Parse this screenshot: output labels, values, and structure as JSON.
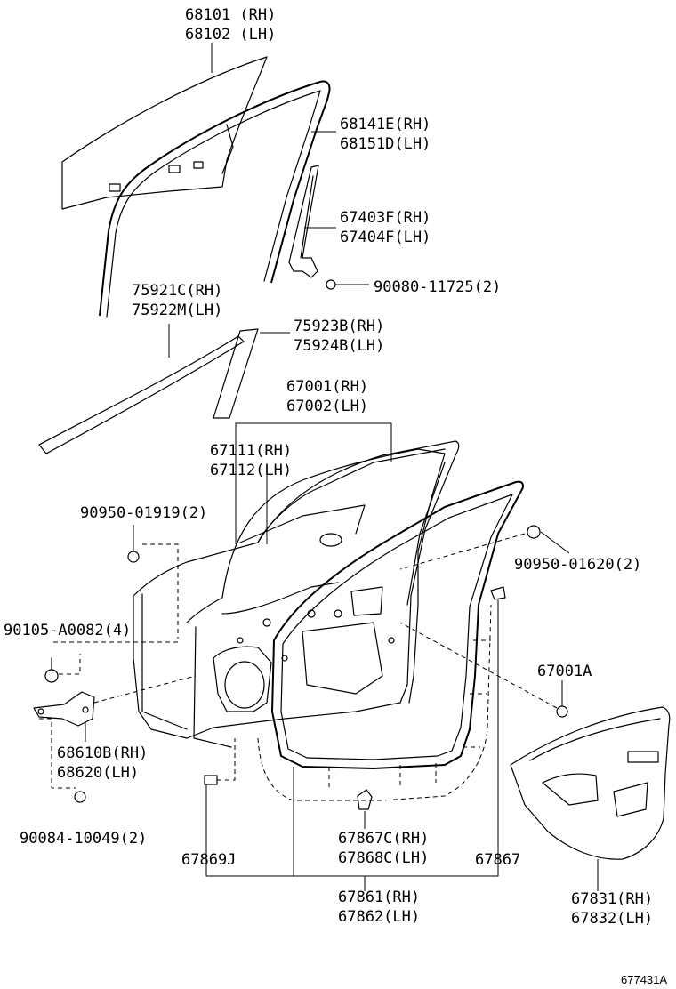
{
  "labels": {
    "glass": [
      "68101 (RH)",
      "68102 (LH)"
    ],
    "run_channel": [
      "68141E(RH)",
      "68151D(LH)"
    ],
    "division_bar": [
      "67403F(RH)",
      "67404F(LH)"
    ],
    "bolt_division": "90080-11725(2)",
    "belt_moulding": [
      "75921C(RH)",
      "75922M(LH)"
    ],
    "frame_garnish": [
      "75923B(RH)",
      "75924B(LH)"
    ],
    "door_assy": [
      "67001(RH)",
      "67002(LH)"
    ],
    "door_panel": [
      "67111(RH)",
      "67112(LH)"
    ],
    "plug_upper": "90950-01919(2)",
    "plug_right": "90950-01620(2)",
    "bolt_hinge": "90105-A0082(4)",
    "service_hole_cover_clip": "67001A",
    "hinge": [
      "68610B(RH)",
      "68620(LH)"
    ],
    "bolt_hinge_lower": "90084-10049(2)",
    "clip_lower_left": "67869J",
    "clip_lower_center": [
      "67867C(RH)",
      "67868C(LH)"
    ],
    "clip_lower_right": "67867",
    "weatherstrip": [
      "67861(RH)",
      "67862(LH)"
    ],
    "service_cover": [
      "67831(RH)",
      "67832(LH)"
    ],
    "diagram_code": "677431A"
  }
}
